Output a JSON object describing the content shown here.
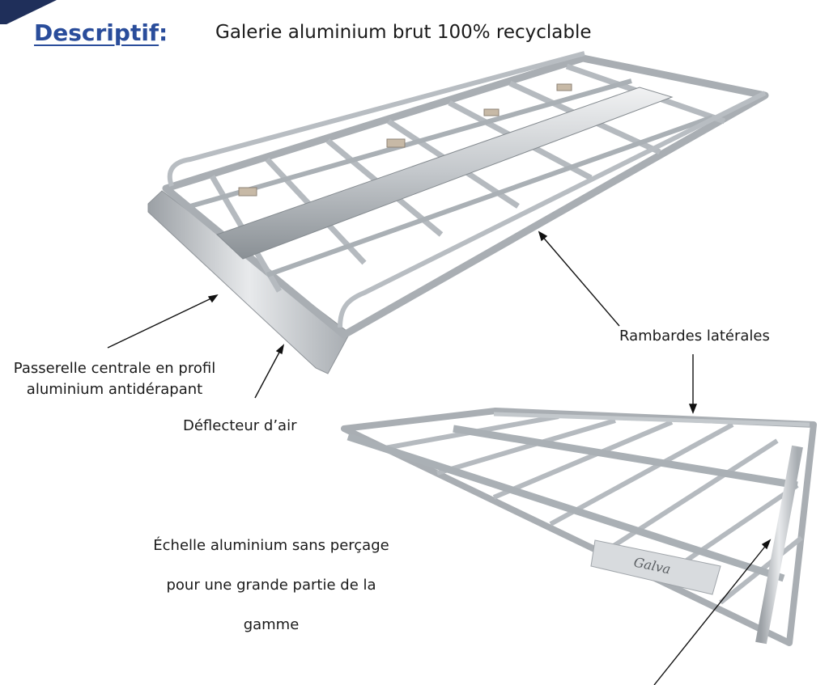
{
  "header": {
    "title_label": "Descriptif",
    "title_colon": ":",
    "title_value": "Galerie aluminium brut 100% recyclable"
  },
  "annotations": {
    "passerelle_line1": "Passerelle centrale en profil",
    "passerelle_line2": "aluminium antidérapant",
    "deflecteur": "Déflecteur d’air",
    "rambardes": "Rambardes latérales",
    "echelle_line1": "Échelle aluminium sans perçage",
    "echelle_line2": "pour une grande partie de la",
    "echelle_line3": "gamme"
  },
  "brand_mark": "Galva",
  "colors": {
    "title_blue": "#2a4d9b",
    "corner_band": "#1f2f5a",
    "aluminium_light": "#e4e6e8",
    "aluminium_mid": "#b9bdc1",
    "aluminium_dark": "#7d8388"
  }
}
